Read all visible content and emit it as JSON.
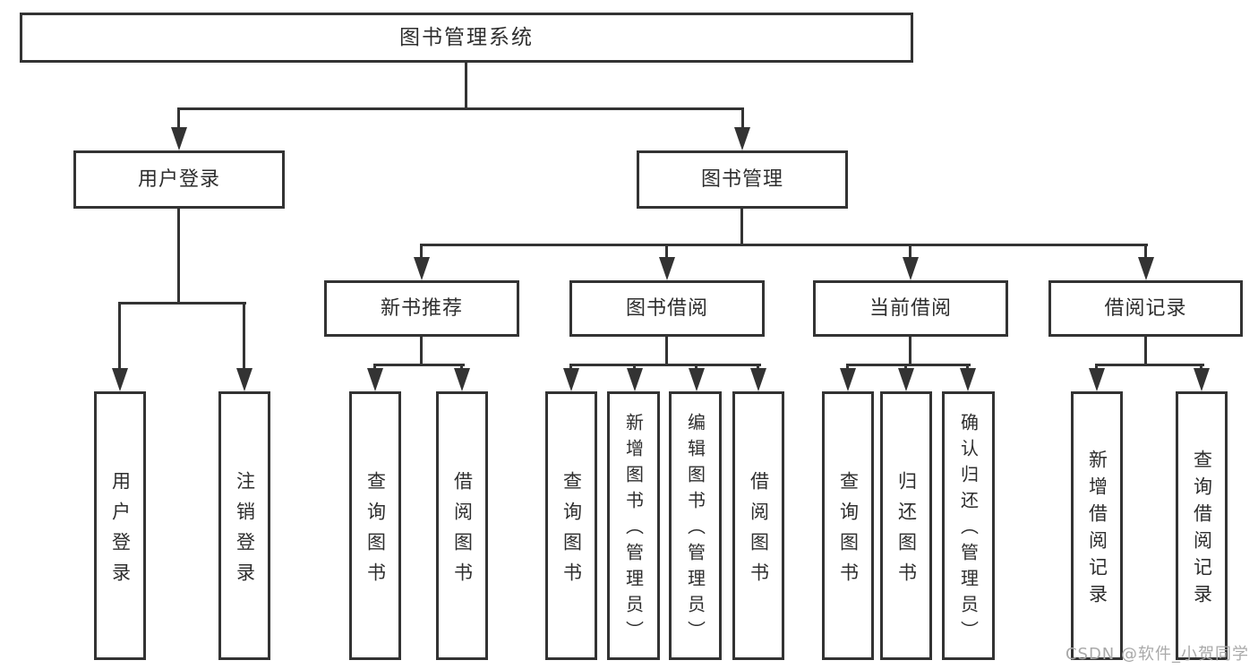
{
  "diagram": {
    "root": {
      "label": "图书管理系统"
    },
    "level2": [
      {
        "label": "用户登录"
      },
      {
        "label": "图书管理"
      }
    ],
    "level3": [
      {
        "label": "新书推荐"
      },
      {
        "label": "图书借阅"
      },
      {
        "label": "当前借阅"
      },
      {
        "label": "借阅记录"
      }
    ],
    "leaves": {
      "user_login": [
        {
          "label": "用户登录"
        },
        {
          "label": "注销登录"
        }
      ],
      "new_books": [
        {
          "label": "查询图书"
        },
        {
          "label": "借阅图书"
        }
      ],
      "book_borrow": [
        {
          "label": "查询图书"
        },
        {
          "label": "新增图书（管理员）"
        },
        {
          "label": "编辑图书（管理员）"
        },
        {
          "label": "借阅图书"
        }
      ],
      "current_borrow": [
        {
          "label": "查询图书"
        },
        {
          "label": "归还图书"
        },
        {
          "label": "确认归还（管理员）"
        }
      ],
      "borrow_records": [
        {
          "label": "新增借阅记录"
        },
        {
          "label": "查询借阅记录"
        }
      ]
    },
    "colors": {
      "line": "#333333",
      "text": "#2e2e2e",
      "background": "#ffffff",
      "watermark_color": "#a9a9a9"
    }
  },
  "watermark": {
    "text": "CSDN @软件_小贺同学"
  }
}
